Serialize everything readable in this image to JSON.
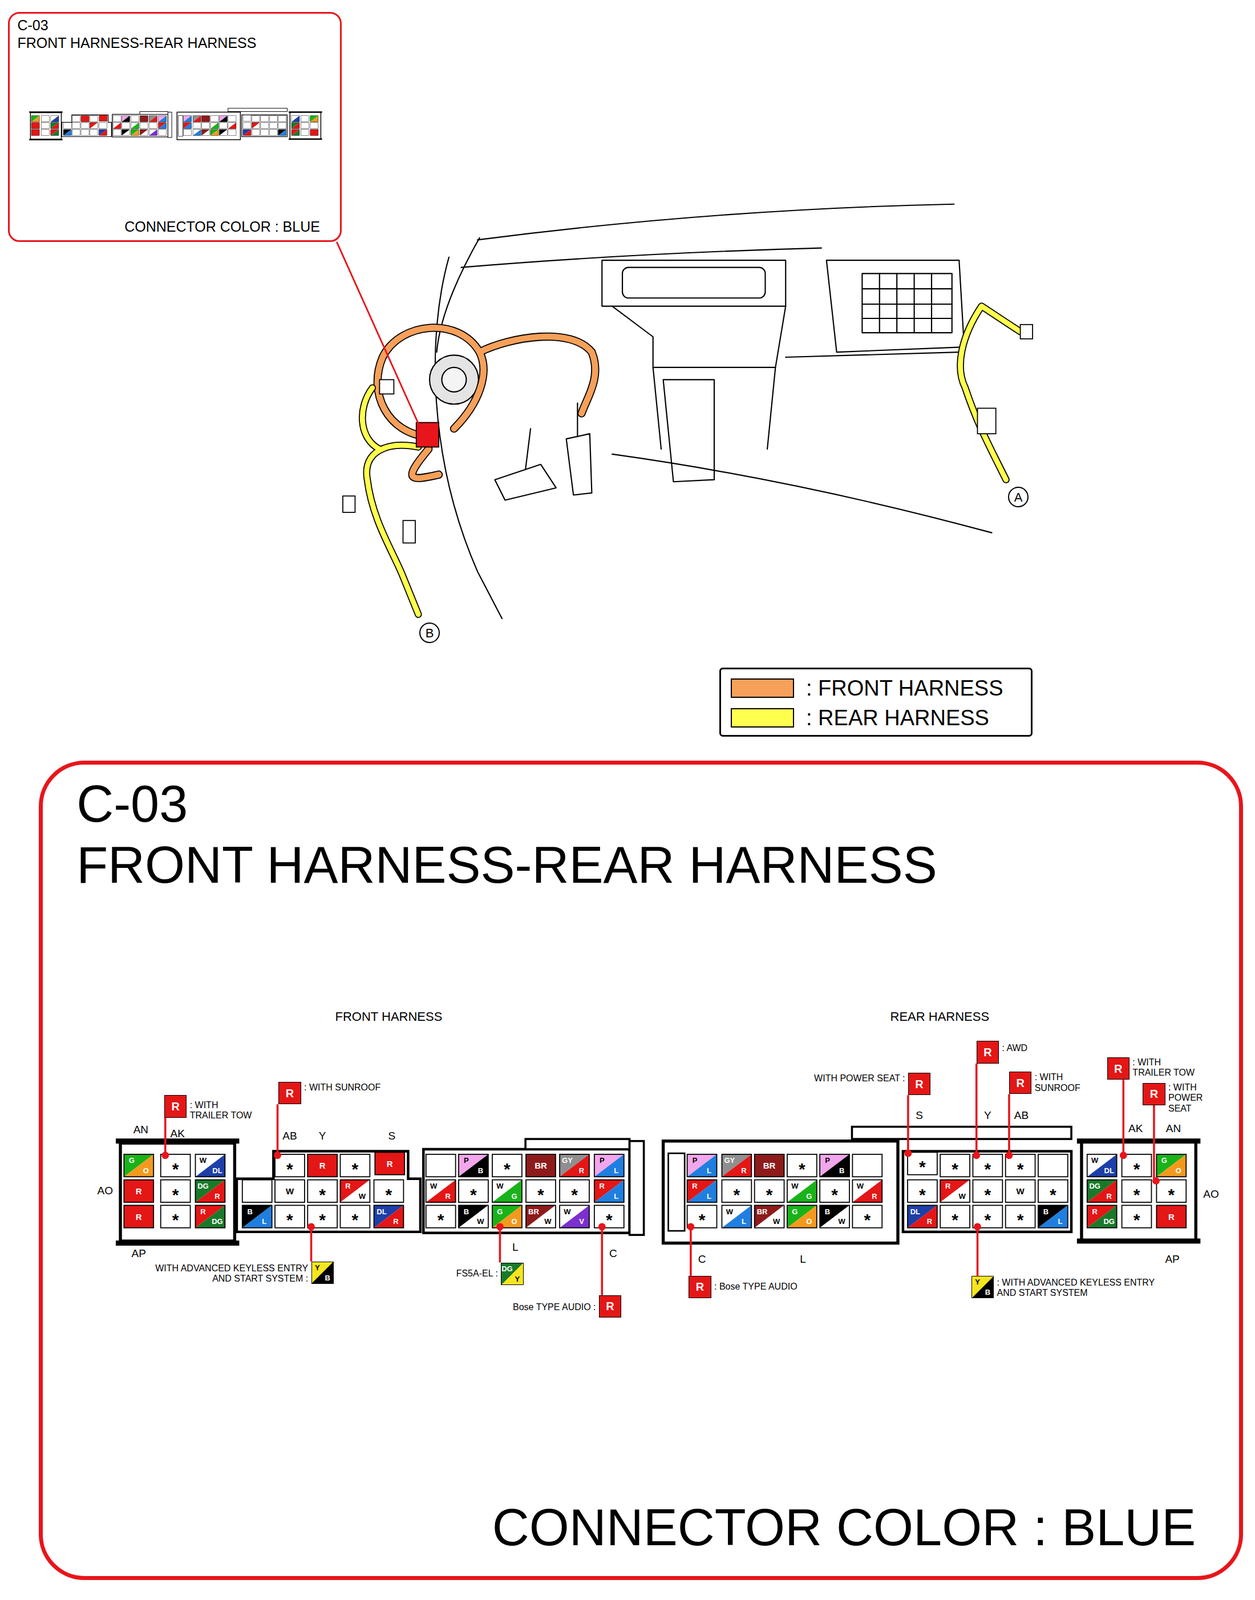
{
  "diagram": {
    "nodes": [
      {
        "text": [
          "C-03",
          "FRONT HARNESS-REAR HARNESS",
          "CONNECTOR COLOR : BLUE"
        ]
      },
      {
        "text": [
          "A"
        ]
      },
      {
        "text": [
          "B"
        ]
      },
      {
        "text": [
          "C-03",
          "FRONT HARNESS-REAR HARNESS",
          "CONNECTOR COLOR : BLUE"
        ]
      },
      {
        "text": [
          "R",
          ": AWD"
        ],
        "in": 3
      },
      {
        "text": [
          "R",
          ": WITH TRAILER TOW"
        ],
        "in": 3
      },
      {
        "text": [
          "R",
          "WITH POWER SEAT :"
        ],
        "in": 3
      },
      {
        "text": [
          "R",
          ": WITH SUNROOF"
        ],
        "in": 3
      },
      {
        "text": [
          "R",
          ": WITH SUNROOF"
        ],
        "in": 3
      },
      {
        "text": [
          "R",
          ": WITH POWER SEAT"
        ],
        "in": 3
      },
      {
        "text": [
          "R",
          ": WITH TRAILER TOW"
        ],
        "in": 3
      },
      {
        "text": [
          "Y",
          "B",
          "WITH ADVANCED KEYLESS ENTRY AND START SYSTEM :"
        ],
        "in": 3
      },
      {
        "text": [
          "DG",
          "Y",
          "FS5A-EL :"
        ],
        "in": 3
      },
      {
        "text": [
          "R",
          ": Bose TYPE AUDIO"
        ],
        "in": 3
      },
      {
        "text": [
          "Y",
          "B",
          ": WITH ADVANCED KEYLESS ENTRY AND START SYSTEM"
        ],
        "in": 3
      },
      {
        "text": [
          "R",
          "Bose TYPE AUDIO :"
        ],
        "in": 3
      }
    ],
    "labels": [
      "G",
      "O",
      "*",
      "W",
      "DL",
      "R",
      "*",
      "DG",
      "R",
      "R",
      "*",
      "R",
      "DG",
      "*",
      "R",
      "*",
      "R",
      "W",
      "*",
      "R",
      "W",
      "*",
      "B",
      "L",
      "*",
      "*",
      "*",
      "DL",
      "R",
      "P",
      "B",
      "*",
      "BR",
      "GY",
      "R",
      "P",
      "L",
      "W",
      "R",
      "*",
      "W",
      "G",
      "*",
      "*",
      "R",
      "L",
      "*",
      "B",
      "W",
      "G",
      "O",
      "BR",
      "W",
      "W",
      "V",
      "*",
      "P",
      "L",
      "GY",
      "R",
      "BR",
      "*",
      "P",
      "B",
      "R",
      "L",
      "*",
      "*",
      "W",
      "G",
      "*",
      "W",
      "R",
      "*",
      "W",
      "L",
      "BR",
      "W",
      "G",
      "O",
      "B",
      "W",
      "*",
      "*",
      "*",
      "*",
      "*",
      "*",
      "R",
      "W",
      "*",
      "W",
      "*",
      "DL",
      "R",
      "*",
      "*",
      "*",
      "B",
      "L",
      "W",
      "DL",
      "*",
      "G",
      "O",
      "DG",
      "R",
      "*",
      "*",
      "R",
      "DG",
      "*",
      "R",
      "FRONT HARNESS",
      "REAR HARNESS",
      "AN",
      "AK",
      "AO",
      "AP",
      "AB",
      "Y",
      "S",
      "L",
      "C",
      "S",
      "Y",
      "AB",
      "AK",
      "AN",
      "AO",
      "AP",
      "C",
      "L"
    ],
    "legend": [
      {
        "text": ": FRONT HARNESS",
        "color": "#f6a05a"
      },
      {
        "text": ": REAR HARNESS",
        "color": "#ffff4d"
      }
    ]
  }
}
